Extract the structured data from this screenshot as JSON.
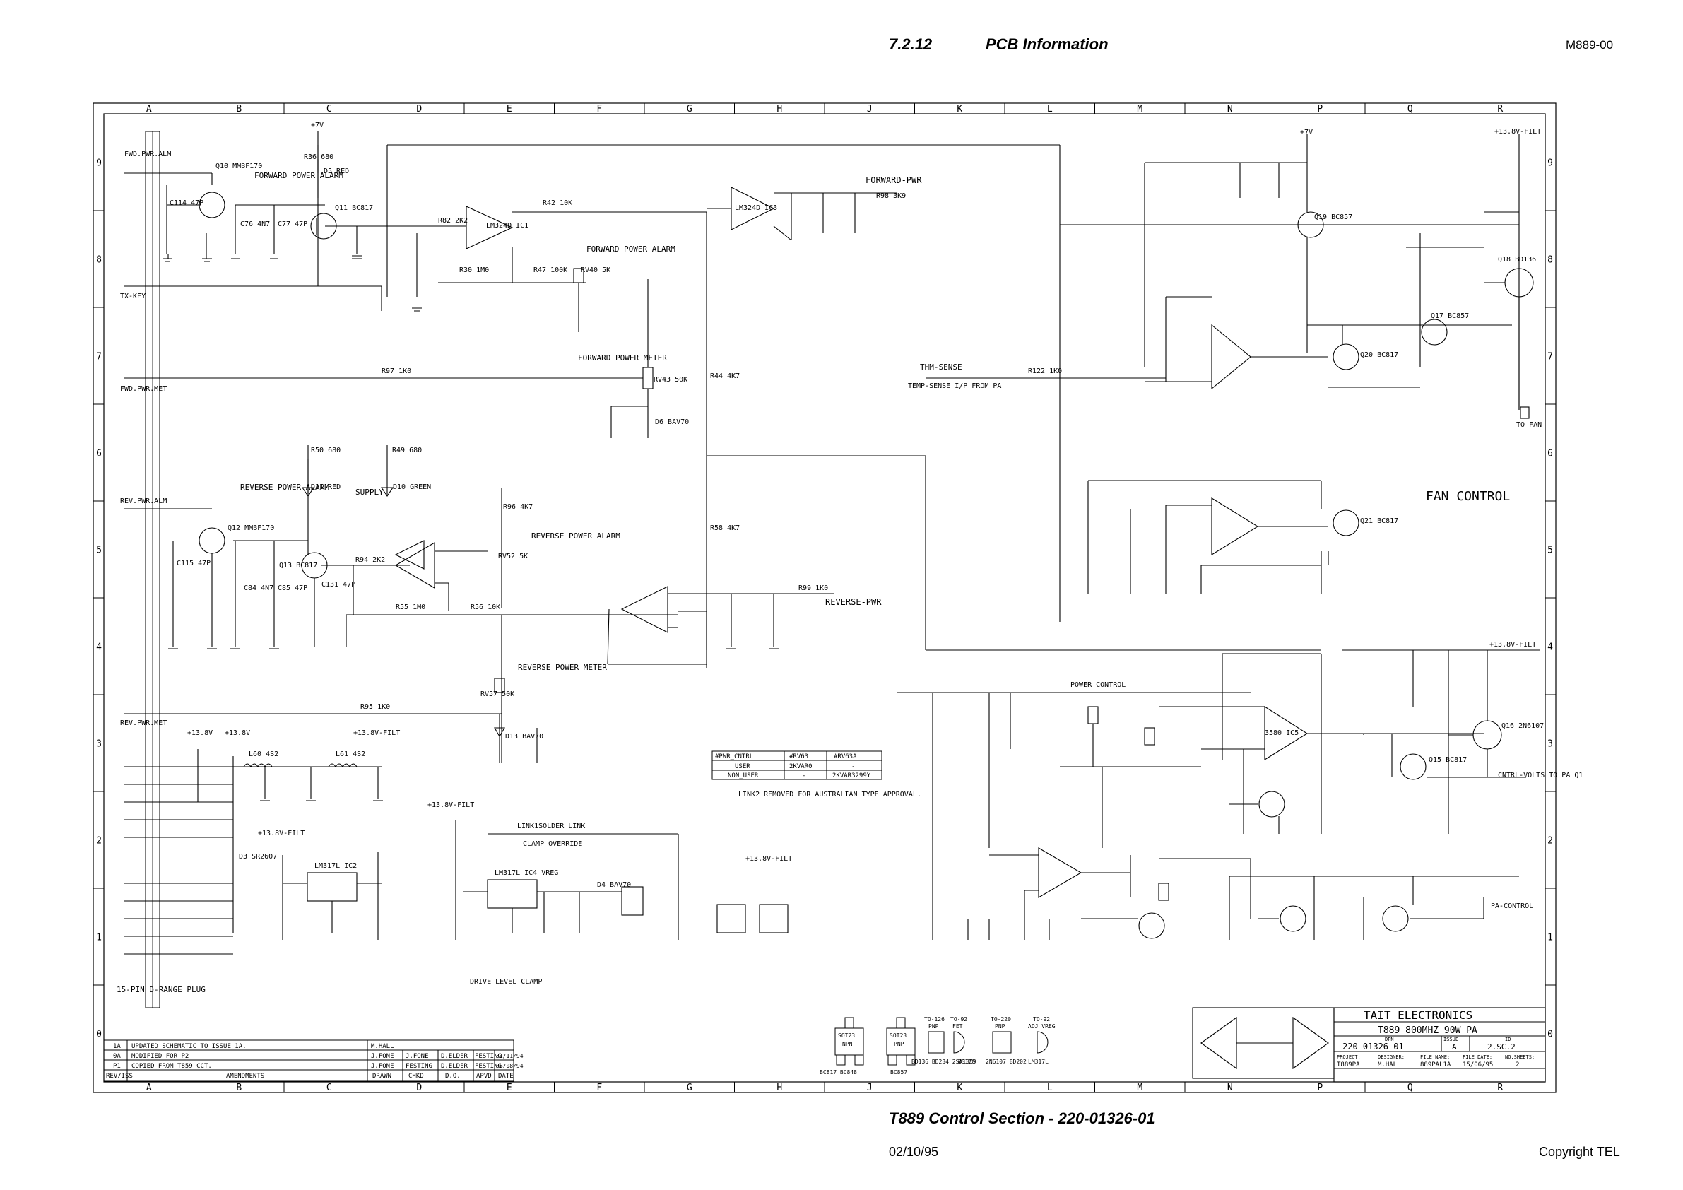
{
  "header": {
    "section": "7.2.12",
    "title": "PCB Information",
    "doc_code": "M889-00"
  },
  "footer": {
    "caption": "T889 Control Section  -  220-01326-01",
    "date": "02/10/95",
    "copyright": "Copyright TEL"
  },
  "grid": {
    "columns": [
      "A",
      "B",
      "C",
      "D",
      "E",
      "F",
      "G",
      "H",
      "J",
      "K",
      "L",
      "M",
      "N",
      "P",
      "Q",
      "R"
    ],
    "rows": [
      "9",
      "8",
      "7",
      "6",
      "5",
      "4",
      "3",
      "2",
      "1",
      "0"
    ]
  },
  "labels": {
    "fwd_pwr_alm": "FWD.PWR.ALM",
    "tx_key": "TX-KEY",
    "fwd_pwr_met": "FWD.PWR.MET",
    "rev_pwr_alm": "REV.PWR.ALM",
    "rev_pwr_met": "REV.PWR.MET",
    "forward_power_alarm": "FORWARD POWER ALARM",
    "forward_power_meter": "FORWARD POWER METER",
    "forward_pwr": "FORWARD-PWR",
    "reverse_power_alarm": "REVERSE POWER ALARM",
    "reverse_power_meter": "REVERSE POWER METER",
    "reverse_pwr": "REVERSE-PWR",
    "supply": "SUPPLY",
    "thm_sense": "THM-SENSE",
    "temp_sense": "TEMP-SENSE I/P FROM PA",
    "fan_control": "FAN CONTROL",
    "power_control": "POWER CONTROL",
    "cntrl_volts": "CNTRL-VOLTS TO PA Q1",
    "pa_control": "PA-CONTROL",
    "drive_level_clamp": "DRIVE LEVEL CLAMP",
    "clamp_override": "CLAMP OVERRIDE",
    "link1": "LINK1SOLDER LINK",
    "d_range": "15-PIN D-RANGE PLUG",
    "link2_note": "LINK2 REMOVED FOR AUSTRALIAN TYPE APPROVAL.",
    "to_fan": "TO FAN",
    "plus7": "+7V",
    "plus13": "+13.8V",
    "plus13filt": "+13.8V-FILT"
  },
  "pwr_table": {
    "headers": [
      "#PWR_CNTRL",
      "#RV63",
      "#RV63A"
    ],
    "rows": [
      [
        "USER",
        "2KVAR0",
        "-"
      ],
      [
        "NON_USER",
        "-",
        "2KVAR3299Y"
      ]
    ]
  },
  "revisions": {
    "rows": [
      [
        "1A",
        "UPDATED SCHEMATIC TO ISSUE 1A.",
        "M.HALL",
        "",
        "",
        "",
        ""
      ],
      [
        "0A",
        "MODIFIED FOR P2",
        "J.FONE",
        "J.FONE",
        "D.ELDER",
        "FESTING",
        "31/11/94"
      ],
      [
        "P1",
        "COPIED FROM T859 CCT.",
        "J.FONE",
        "FESTING",
        "D.ELDER",
        "FESTING",
        "08/08/94"
      ]
    ],
    "footer": [
      "REV/ISS",
      "AMENDMENTS",
      "DRAWN",
      "CHKD",
      "D.O.",
      "APVD",
      "DATE"
    ]
  },
  "title_block": {
    "company": "TAIT ELECTRONICS",
    "product": "T889 800MHZ 90W PA",
    "dpn_label": "DPN",
    "dpn": "220-01326-01",
    "issue_label": "ISSUE",
    "issue": "A",
    "sheet_label": "ID",
    "sheet": "2.SC.2",
    "info_headers": [
      "PROJECT:",
      "DESIGNER:",
      "FILE NAME:",
      "FILE DATE:",
      "NO.SHEETS:"
    ],
    "info_values": [
      "T889PA",
      "M.HALL",
      "889PAL1A",
      "15/06/95",
      "2"
    ]
  },
  "packages": [
    {
      "pkg": "SOT23",
      "type": "NPN",
      "parts": "BC817 BC848"
    },
    {
      "pkg": "SOT23",
      "type": "PNP",
      "parts": "BC857"
    },
    {
      "pkg": "TO-126",
      "type": "PNP",
      "parts": "BD136 BD234 2SA1359"
    },
    {
      "pkg": "TO-92",
      "type": "FET",
      "parts": "BS170"
    },
    {
      "pkg": "TO-220",
      "type": "PNP",
      "parts": "2N6107 BD202"
    },
    {
      "pkg": "TO-92",
      "type": "ADJ VREG",
      "parts": "LM317L"
    }
  ],
  "components": {
    "Q10": "Q10 MMBF170",
    "Q11": "Q11 BC817",
    "Q12": "Q12 MMBF170",
    "Q13": "Q13 BC817",
    "Q16": "Q16 2N6107",
    "Q17": "Q17 BC857",
    "Q18": "Q18 BD136",
    "Q19": "Q19 BC857",
    "Q20": "Q20 BC817",
    "Q21": "Q21 BC817",
    "Q15": "Q15 BC817",
    "IC1": "LM324D IC1",
    "IC3": "LM324D IC3",
    "IC5": "3580 IC5",
    "IC2": "LM317L IC2",
    "IC4": "LM317L IC4 VREG",
    "D5": "D5 RED",
    "D11": "D11 RED",
    "D10": "D10 GREEN",
    "D3": "D3 SR2607",
    "D6": "D6 BAV70",
    "D13": "D13 BAV70",
    "D4": "D4 BAV70",
    "R36": "R36 680",
    "R50": "R50 680",
    "R49": "R49 680",
    "R82": "R82 2K2",
    "R42": "R42 10K",
    "R30": "R30 1M0",
    "R47": "R47 100K",
    "R98": "R98 3K9",
    "R97": "R97 1K0",
    "R122": "R122 1K0",
    "R95": "R95 1K0",
    "R99": "R99 1K0",
    "R56": "R56 10K",
    "R55": "R55 1M0",
    "R94": "R94 2K2",
    "R96": "R96 4K7",
    "R44": "R44 4K7",
    "R58": "R58 4K7",
    "RV40": "RV40 5K",
    "RV43": "RV43 50K",
    "RV52": "RV52 5K",
    "RV57": "RV57 50K",
    "L60": "L60 4S2",
    "L61": "L61 4S2",
    "C114": "C114 47P",
    "C76": "C76 4N7",
    "C77": "C77 47P",
    "C115": "C115 47P",
    "C84": "C84 4N7",
    "C85": "C85 47P",
    "C131": "C131 47P"
  }
}
